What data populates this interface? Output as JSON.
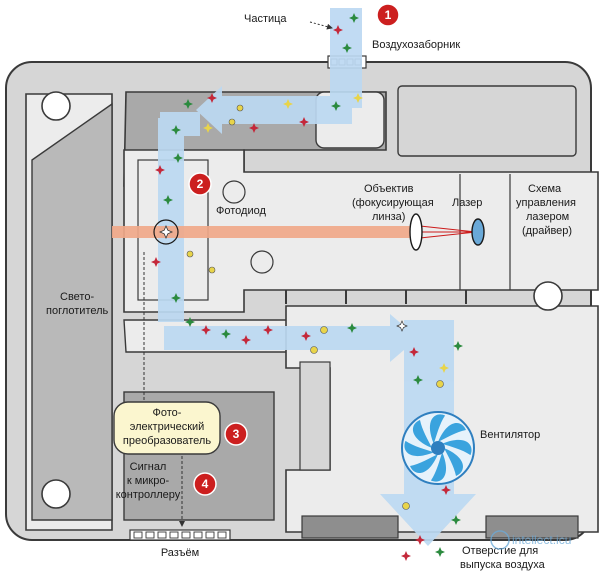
{
  "labels": {
    "particle": "Частица",
    "air_intake": "Воздухозаборник",
    "photodiode": "Фотодиод",
    "lens_1": "Объектив",
    "lens_2": "(фокусирующая",
    "lens_3": "линза)",
    "laser": "Лазер",
    "driver_1": "Схема",
    "driver_2": "управления",
    "driver_3": "лазером",
    "driver_4": "(драйвер)",
    "absorber_1": "Свето-",
    "absorber_2": "поглотитель",
    "converter_1": "Фото-",
    "converter_2": "электрический",
    "converter_3": "преобразователь",
    "signal_1": "Сигнал",
    "signal_2": "к микро-",
    "signal_3": "контроллеру",
    "connector": "Разъём",
    "fan": "Вентилятор",
    "outlet_1": "Отверстие для",
    "outlet_2": "выпуска воздуха",
    "watermark": "intellect.icu"
  },
  "markers": [
    "1",
    "2",
    "3",
    "4"
  ],
  "colors": {
    "housing": "#d6d6d6",
    "housing_stroke": "#3a3a3a",
    "channel": "#ededed",
    "dark_region": "#a9a9a9",
    "airflow": "#bcd9f2",
    "laser_beam": "#f0a889",
    "laser_line": "#cc1a1a",
    "marker_red": "#cc1f1f",
    "converter_fill": "#fbf6cf",
    "fan_blue": "#3aa3de",
    "particle_red": "#c4283a",
    "particle_green": "#2b8a3e",
    "particle_yellow": "#e8d44a"
  }
}
